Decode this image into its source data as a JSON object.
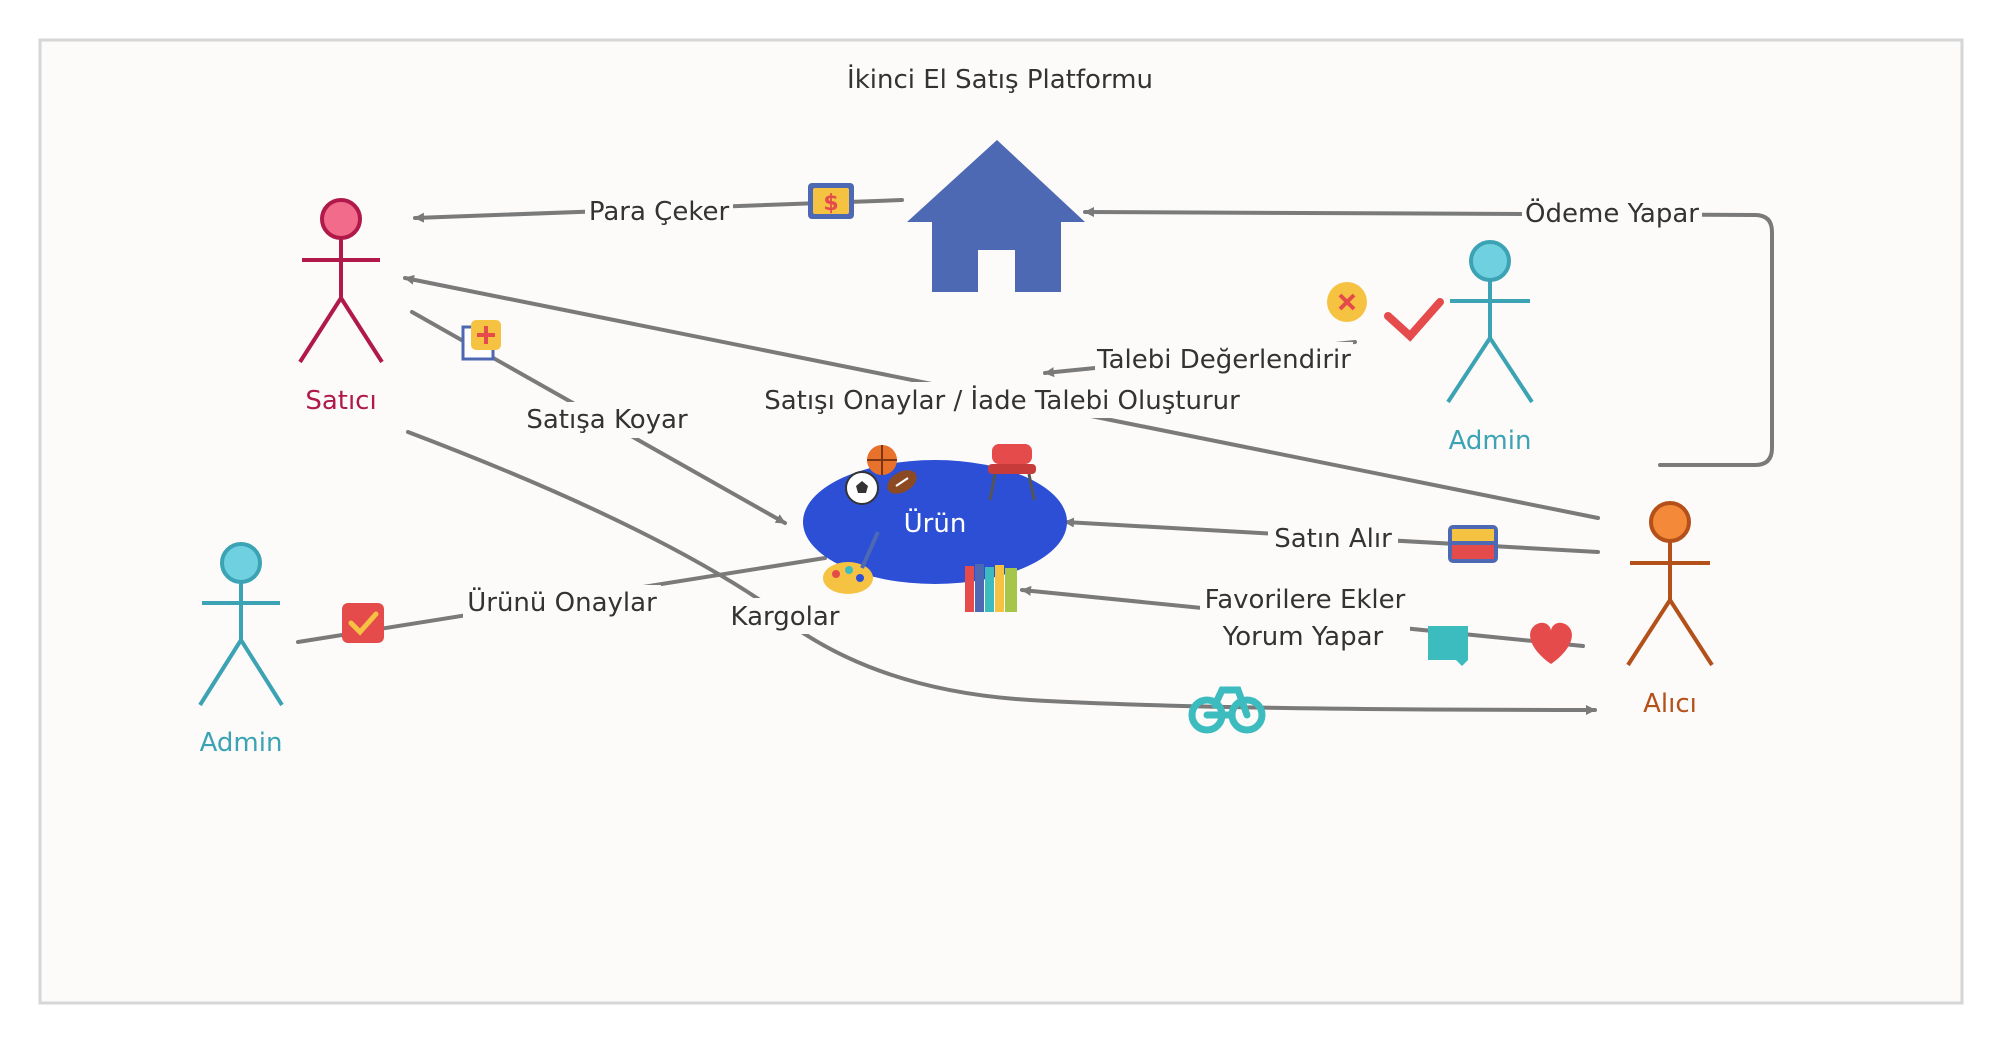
{
  "title": "İkinci El Satış Platformu",
  "actors": {
    "satici": {
      "label": "Satıcı",
      "color": "#b0194a",
      "head_color": "#f26b8a"
    },
    "admin_right": {
      "label": "Admin",
      "color": "#3ba3b4",
      "head_color": "#6fd0e0"
    },
    "admin_left": {
      "label": "Admin",
      "color": "#3ba3b4",
      "head_color": "#6fd0e0"
    },
    "alici": {
      "label": "Alıcı",
      "color": "#b4501a",
      "head_color": "#f5893a"
    }
  },
  "nodes": {
    "platform": {
      "icon": "house-icon",
      "color": "#4d69b3"
    },
    "product": {
      "label": "Ürün",
      "color": "#2c4fd6"
    }
  },
  "edges": {
    "para_ceker": "Para Çeker",
    "odeme_yapar": "Ödeme Yapar",
    "talebi_degerlendirir": "Talebi Değerlendirir",
    "satisa_koyar": "Satışa Koyar",
    "satisi_onaylar": "Satışı Onaylar / İade Talebi Oluşturur",
    "satin_alir": "Satın Alır",
    "favorilere_ekler_line1": "Favorilere Ekler",
    "favorilere_ekler_line2": "Yorum Yapar",
    "urunu_onaylar": "Ürünü Onaylar",
    "kargolar": "Kargolar"
  },
  "colors": {
    "background": "#fcfbfa",
    "frame": "#d6d6d6",
    "arrow": "#7a7a7a",
    "icon_yellow": "#f5c242",
    "icon_red": "#e54b4b",
    "icon_teal": "#3dbcbf",
    "icon_blue": "#4d69b3"
  }
}
